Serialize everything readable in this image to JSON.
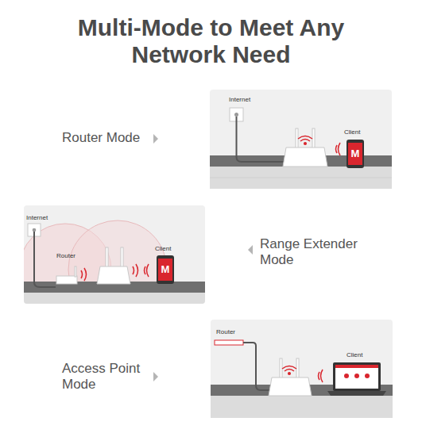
{
  "diagram": {
    "title": "Multi-Mode to Meet Any Network Need",
    "labels": [
      "Router Mode",
      "Internet",
      "Client",
      "M",
      "Range Extender Mode",
      "Internet",
      "Router",
      "Client",
      "M",
      "Access Point Mode",
      "Router",
      "Client"
    ]
  }
}
